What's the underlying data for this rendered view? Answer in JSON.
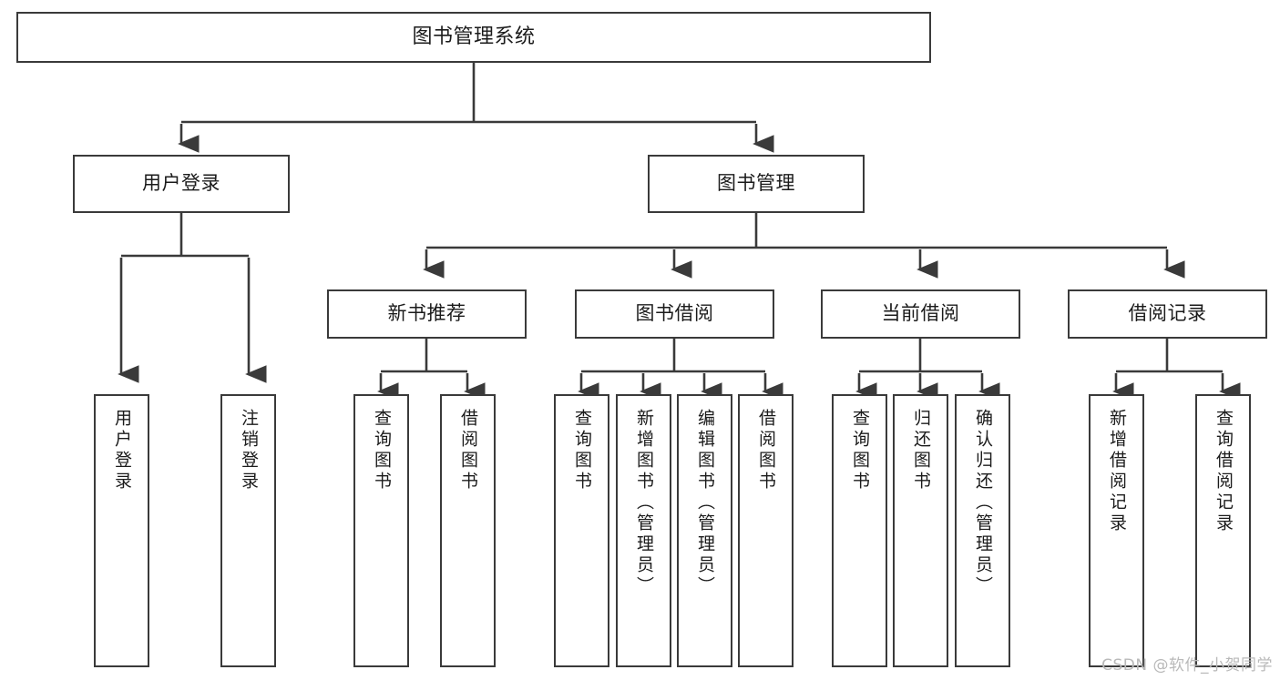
{
  "diagram": {
    "title": "图书管理系统",
    "type": "tree",
    "watermark": "CSDN @软件_小贺同学",
    "colors": {
      "stroke": "#3a3a3a",
      "text": "#1b1b1b",
      "background": "#ffffff",
      "watermark": "#b9b9b9"
    },
    "nodes": {
      "root": {
        "label": "图书管理系统"
      },
      "level2": [
        {
          "id": "user-login",
          "label": "用户登录"
        },
        {
          "id": "book-management",
          "label": "图书管理"
        }
      ],
      "level3": [
        {
          "id": "new-book-recommend",
          "label": "新书推荐"
        },
        {
          "id": "book-borrow",
          "label": "图书借阅"
        },
        {
          "id": "current-borrow",
          "label": "当前借阅"
        },
        {
          "id": "borrow-record",
          "label": "借阅记录"
        }
      ],
      "leaves": [
        {
          "id": "leaf-user-login",
          "label": "用户登录",
          "parent": "user-login"
        },
        {
          "id": "leaf-logout",
          "label": "注销登录",
          "parent": "user-login"
        },
        {
          "id": "leaf-query-book-1",
          "label": "查询图书",
          "parent": "new-book-recommend"
        },
        {
          "id": "leaf-borrow-book-1",
          "label": "借阅图书",
          "parent": "new-book-recommend"
        },
        {
          "id": "leaf-query-book-2",
          "label": "查询图书",
          "parent": "book-borrow"
        },
        {
          "id": "leaf-add-book",
          "label": "新增图书（管理员）",
          "parent": "book-borrow"
        },
        {
          "id": "leaf-edit-book",
          "label": "编辑图书（管理员）",
          "parent": "book-borrow"
        },
        {
          "id": "leaf-borrow-book-2",
          "label": "借阅图书",
          "parent": "book-borrow"
        },
        {
          "id": "leaf-query-book-3",
          "label": "查询图书",
          "parent": "current-borrow"
        },
        {
          "id": "leaf-return-book",
          "label": "归还图书",
          "parent": "current-borrow"
        },
        {
          "id": "leaf-confirm-return",
          "label": "确认归还（管理员）",
          "parent": "current-borrow"
        },
        {
          "id": "leaf-add-record",
          "label": "新增借阅记录",
          "parent": "borrow-record"
        },
        {
          "id": "leaf-query-record",
          "label": "查询借阅记录",
          "parent": "borrow-record"
        }
      ]
    }
  }
}
